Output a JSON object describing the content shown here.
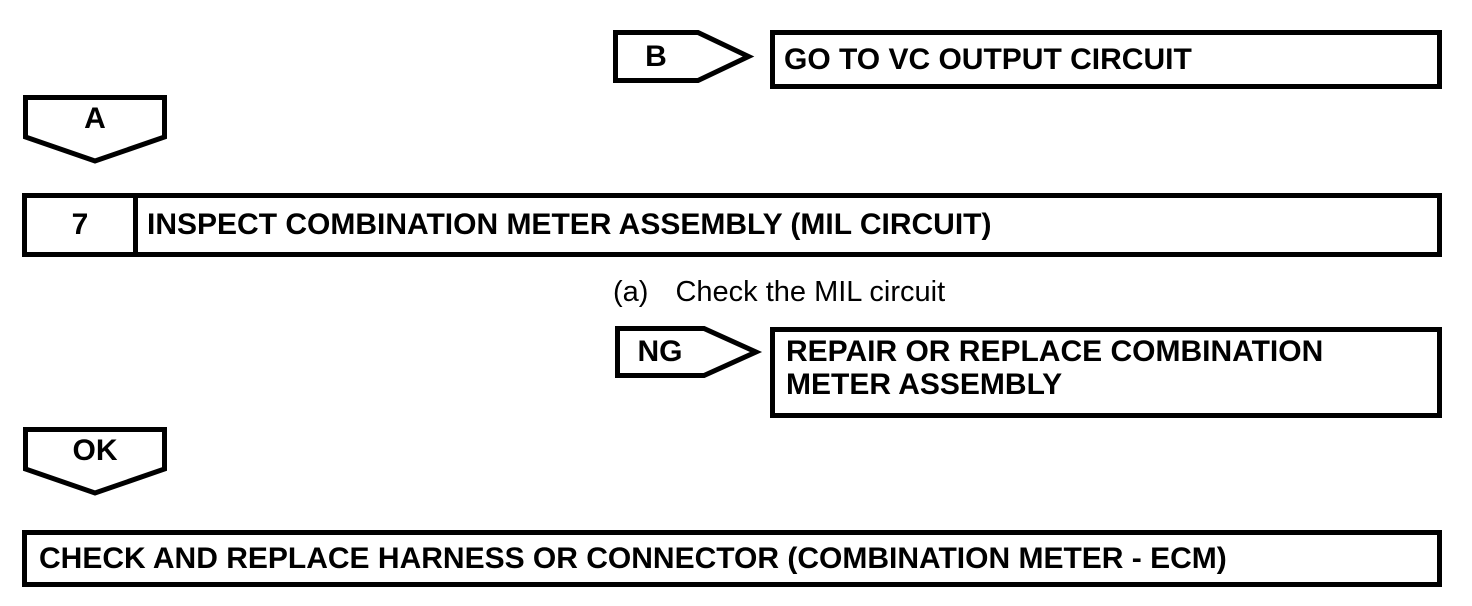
{
  "colors": {
    "line": "#000000",
    "background": "#ffffff"
  },
  "flowchart": {
    "branch_b": {
      "connector_label": "B",
      "action": "GO TO VC OUTPUT CIRCUIT"
    },
    "connector_a": {
      "label": "A"
    },
    "step": {
      "number": "7",
      "title": "INSPECT COMBINATION METER ASSEMBLY (MIL CIRCUIT)"
    },
    "instruction": {
      "marker": "(a)",
      "text": "Check the MIL circuit"
    },
    "branch_ng": {
      "connector_label": "NG",
      "action_line1": "REPAIR OR REPLACE COMBINATION",
      "action_line2": "METER ASSEMBLY"
    },
    "connector_ok": {
      "label": "OK"
    },
    "next_action": "CHECK AND REPLACE HARNESS OR CONNECTOR (COMBINATION METER - ECM)"
  }
}
